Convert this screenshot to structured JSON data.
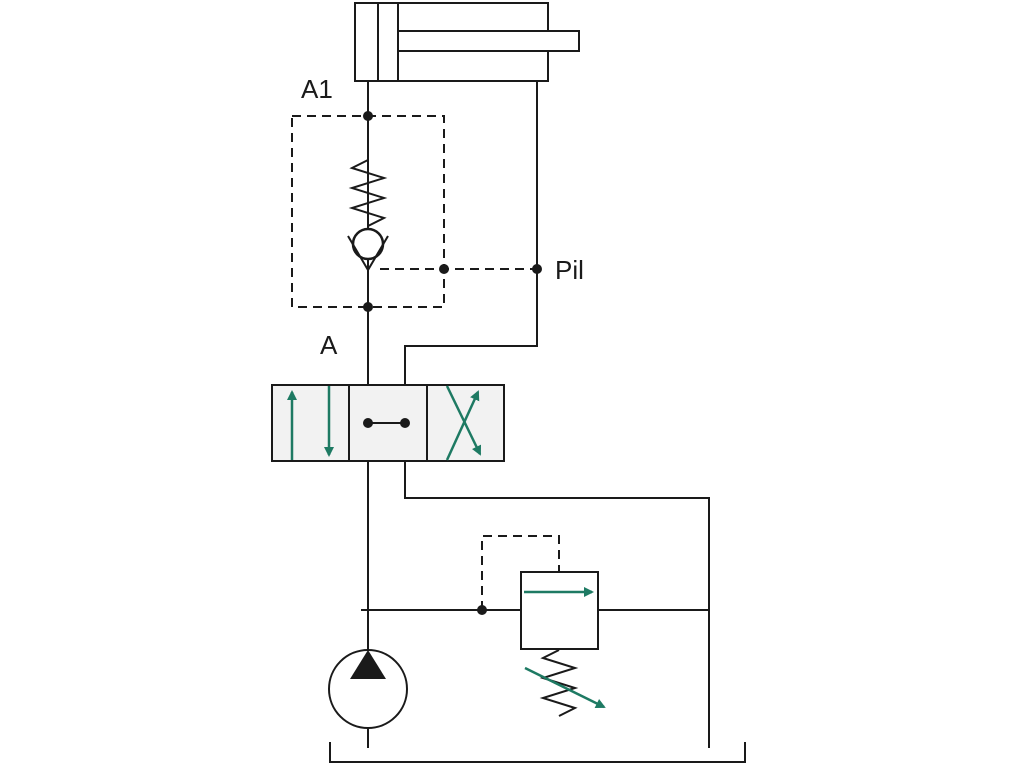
{
  "diagram": {
    "labels": {
      "a1": "A1",
      "pilot": "Pil",
      "a": "A"
    },
    "components": [
      {
        "name": "double-acting-cylinder",
        "symbol": "cylinder"
      },
      {
        "name": "pilot-operated-check-valve",
        "symbol": "check-valve"
      },
      {
        "name": "three-position-directional-valve",
        "symbol": "directional-valve"
      },
      {
        "name": "pressure-relief-valve",
        "symbol": "relief-valve"
      },
      {
        "name": "hydraulic-pump",
        "symbol": "pump"
      },
      {
        "name": "tank",
        "symbol": "reservoir"
      }
    ],
    "colors": {
      "line": "#1a1a1a",
      "arrow": "#1e7a63",
      "valve_fill": "#f2f2f2",
      "background": "#ffffff"
    }
  }
}
